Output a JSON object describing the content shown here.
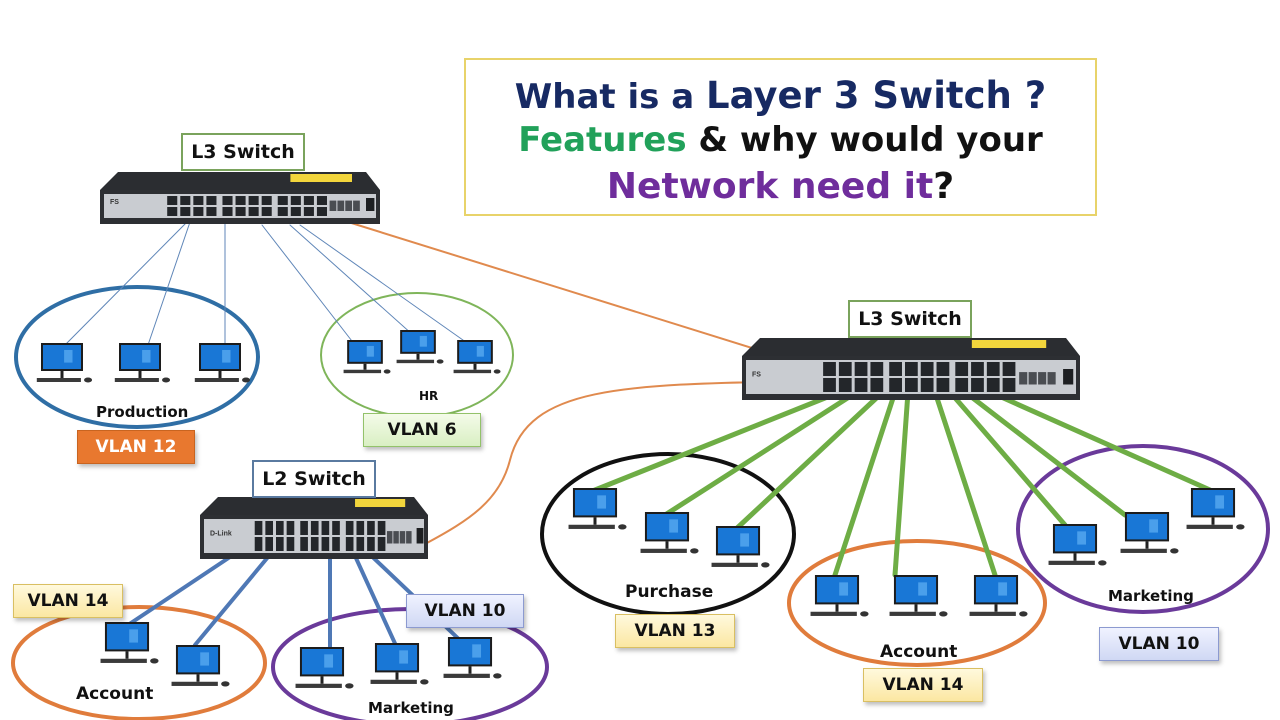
{
  "title": {
    "line1_prefix": "What is a ",
    "line1_emphasis": "Layer 3 Switch ?",
    "line2_emphasis": "Features",
    "line2_rest": " & why would your",
    "line3_emphasis": "Network need it",
    "line3_suffix": "?"
  },
  "colors": {
    "title_navy": "#172a63",
    "title_green": "#21a15a",
    "title_purple": "#6f2d9c",
    "trunk_orange": "#e08a4e",
    "l3_right_link_green": "#6ead45",
    "l2_link_blue": "#4f78b5",
    "l3_left_link_blue": "#5f86b8"
  },
  "switches": {
    "l3_left": {
      "label": "L3 Switch",
      "brand": "FS"
    },
    "l3_right": {
      "label": "L3 Switch",
      "brand": "FS"
    },
    "l2": {
      "label": "L2 Switch",
      "brand": "D-Link"
    }
  },
  "groups": {
    "production": {
      "name": "Production",
      "vlan": "VLAN 12",
      "computers": 3
    },
    "hr": {
      "name": "HR",
      "vlan": "VLAN 6",
      "computers": 3
    },
    "purchase": {
      "name": "Purchase",
      "vlan": "VLAN 13",
      "computers": 3
    },
    "account_right": {
      "name": "Account",
      "vlan": "VLAN 14",
      "computers": 3
    },
    "marketing_right": {
      "name": "Marketing",
      "vlan": "VLAN 10",
      "computers": 3
    },
    "account_left": {
      "name": "Account",
      "vlan": "VLAN 14",
      "computers": 2
    },
    "marketing_left": {
      "name": "Marketing",
      "vlan": "VLAN 10",
      "computers": 3
    }
  },
  "icons": {
    "computer": "desktop-computer-icon",
    "switch": "network-switch-icon"
  }
}
